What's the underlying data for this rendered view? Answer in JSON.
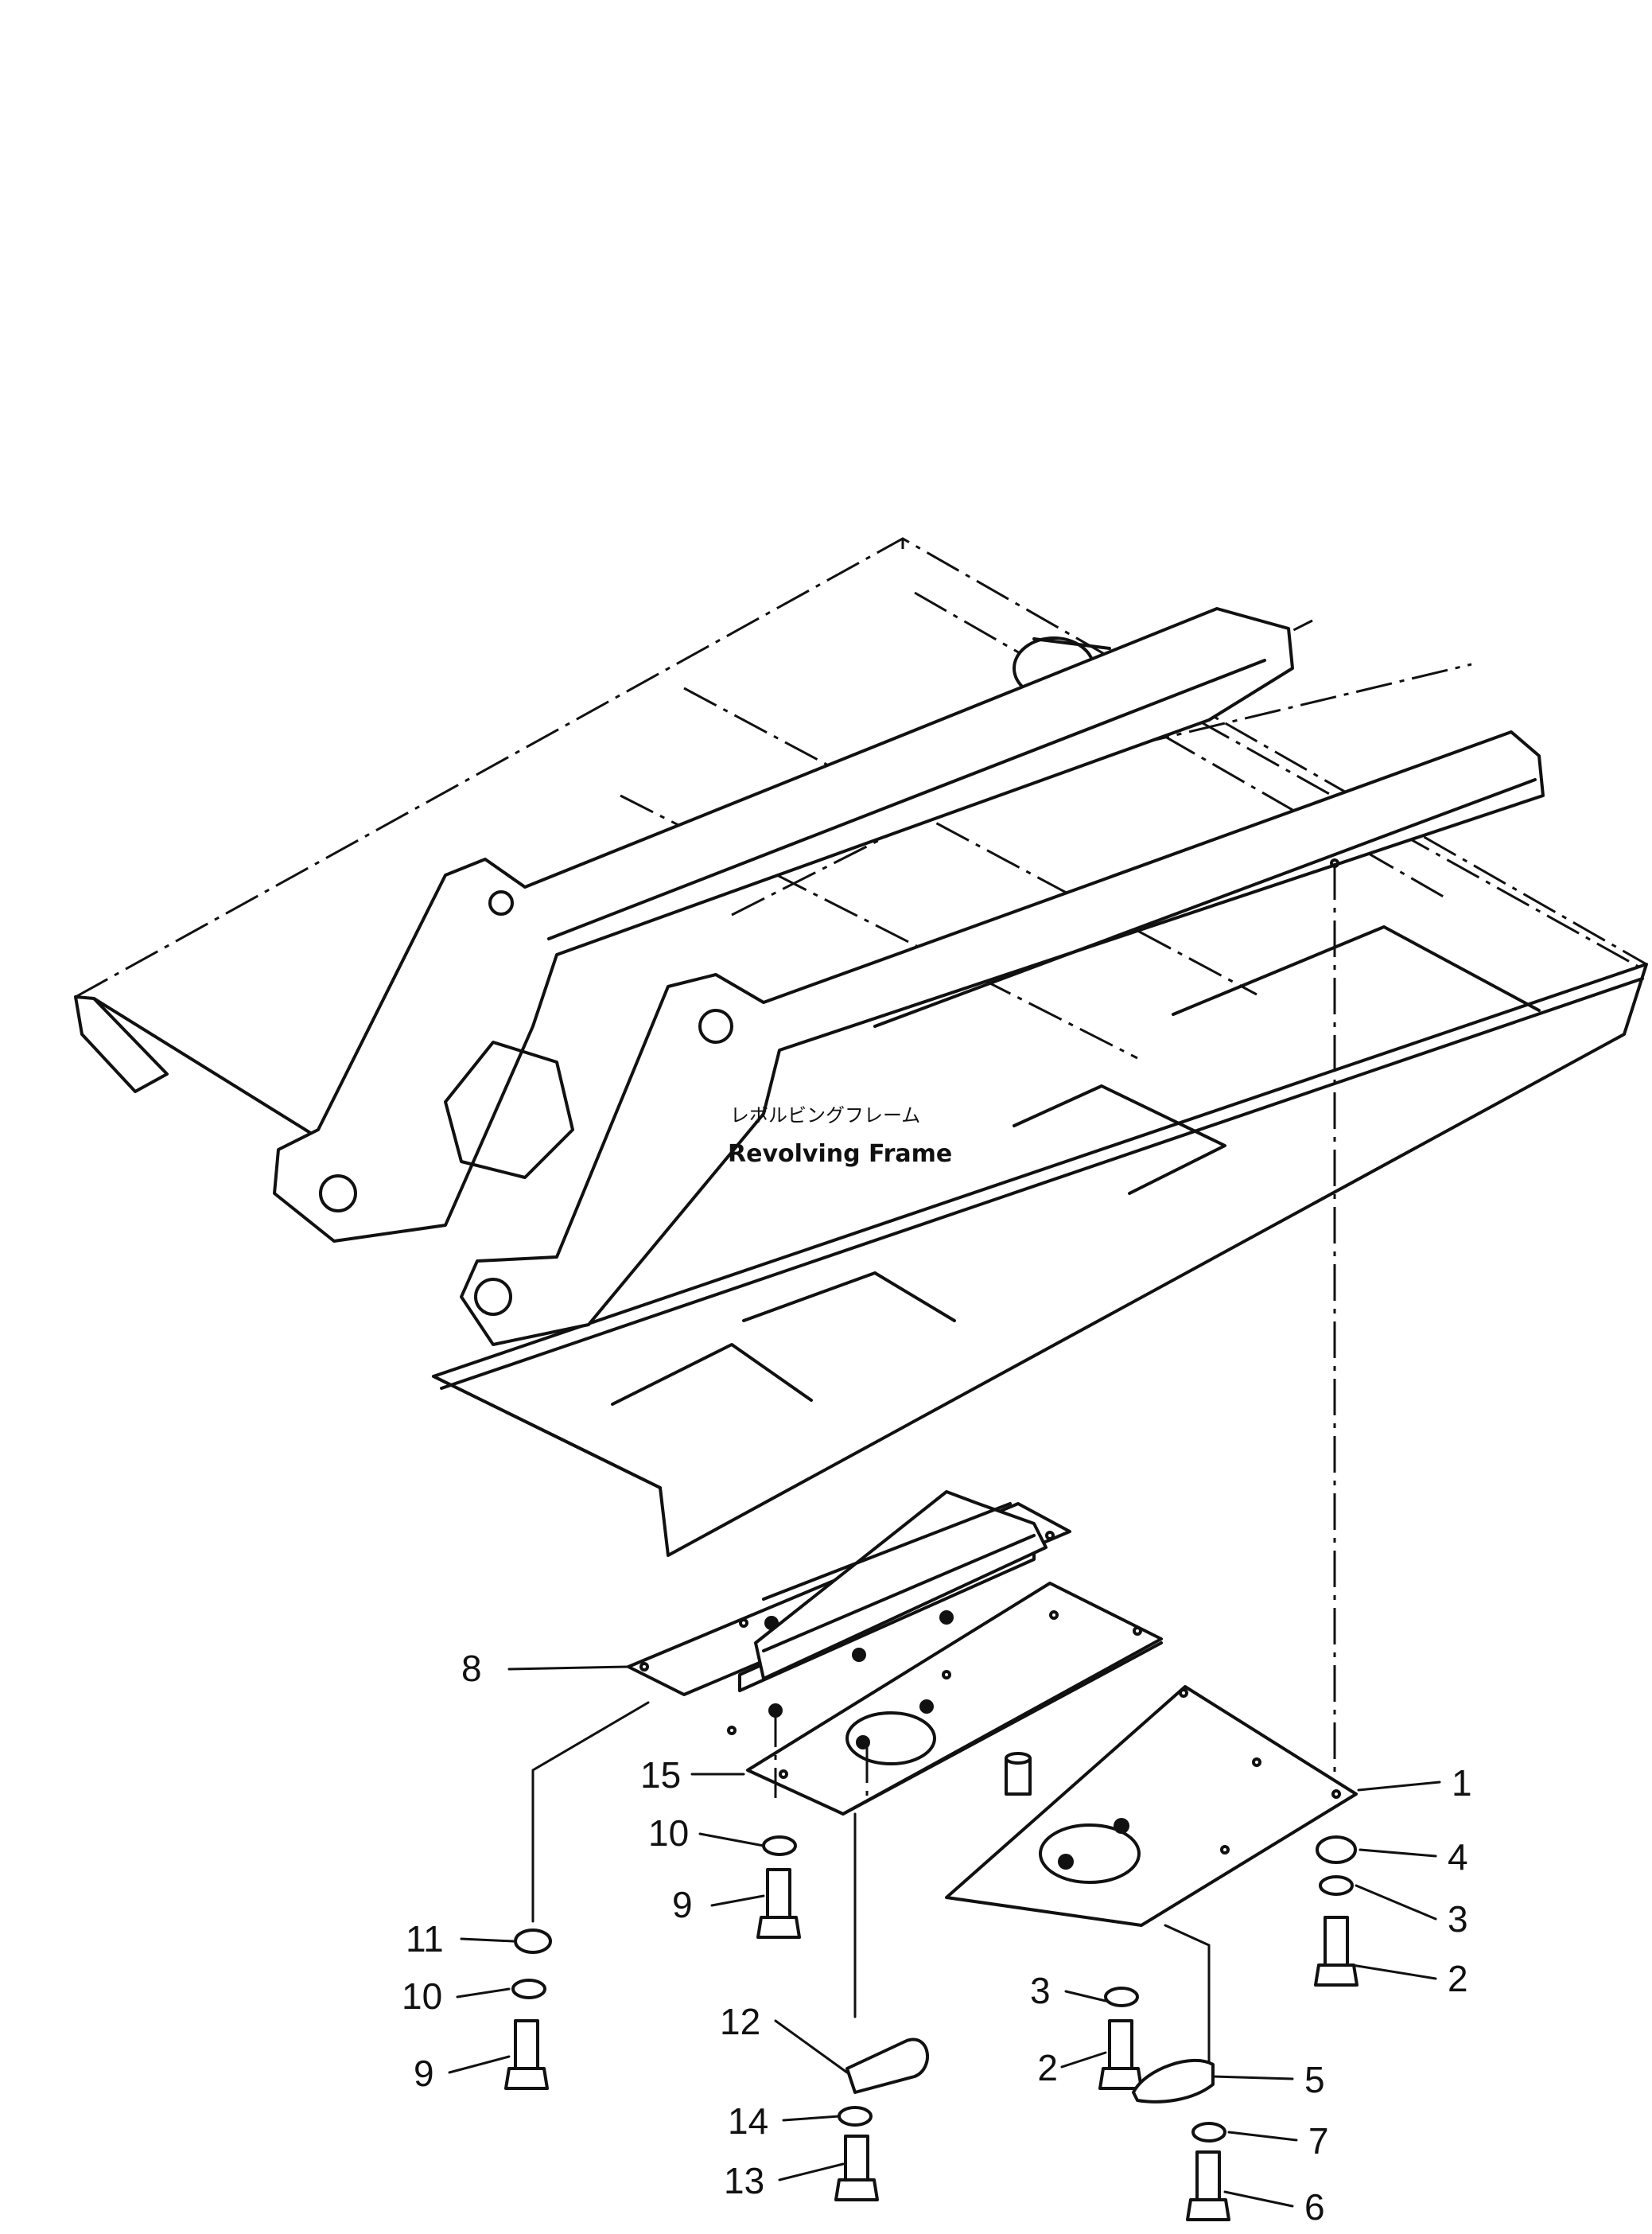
{
  "frame_label": {
    "japanese": "レボルビングフレーム",
    "english": "Revolving Frame"
  },
  "callouts": [
    {
      "id": "c1",
      "label": "1"
    },
    {
      "id": "c2a",
      "label": "2"
    },
    {
      "id": "c2b",
      "label": "2"
    },
    {
      "id": "c3a",
      "label": "3"
    },
    {
      "id": "c3b",
      "label": "3"
    },
    {
      "id": "c4",
      "label": "4"
    },
    {
      "id": "c5",
      "label": "5"
    },
    {
      "id": "c6",
      "label": "6"
    },
    {
      "id": "c7",
      "label": "7"
    },
    {
      "id": "c8",
      "label": "8"
    },
    {
      "id": "c9a",
      "label": "9"
    },
    {
      "id": "c9b",
      "label": "9"
    },
    {
      "id": "c10a",
      "label": "10"
    },
    {
      "id": "c10b",
      "label": "10"
    },
    {
      "id": "c11",
      "label": "11"
    },
    {
      "id": "c12",
      "label": "12"
    },
    {
      "id": "c13",
      "label": "13"
    },
    {
      "id": "c14",
      "label": "14"
    },
    {
      "id": "c15",
      "label": "15"
    }
  ]
}
